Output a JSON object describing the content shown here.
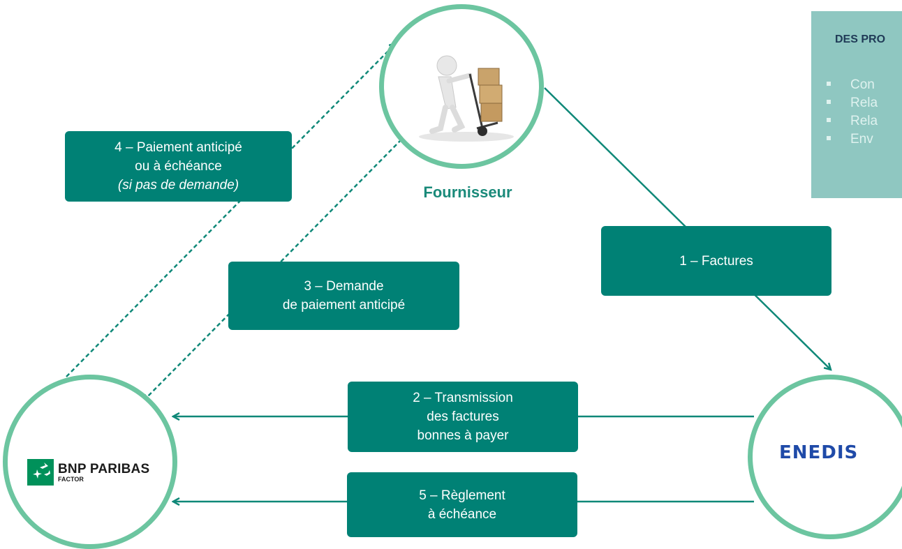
{
  "nodes": {
    "fournisseur": {
      "label": "Fournisseur"
    },
    "bnp": {
      "logo_line1": "BNP PARIBAS",
      "logo_line2": "FACTOR"
    },
    "enedis": {
      "logo_text": "ENEDIS"
    }
  },
  "flows": {
    "step1": {
      "line1": "1 – Factures"
    },
    "step2": {
      "line1": "2 – Transmission",
      "line2": "des factures",
      "line3": "bonnes à payer"
    },
    "step3": {
      "line1": "3 – Demande",
      "line2": "de paiement anticipé"
    },
    "step4": {
      "line1": "4 – Paiement anticipé",
      "line2": "ou à échéance",
      "line3": "(si pas de demande)"
    },
    "step5": {
      "line1": "5 – Règlement",
      "line2": "à échéance"
    }
  },
  "side_panel": {
    "title": "DES PRO",
    "items": [
      "Con",
      "Rela",
      "Rela",
      "Env"
    ]
  },
  "colors": {
    "ring": "#6cc5a0",
    "box": "#008175",
    "arrow": "#0f8878",
    "panel": "#8fc7c1",
    "fournisseur_text": "#1a8a7a",
    "enedis_logo": "#1f4aa8"
  }
}
